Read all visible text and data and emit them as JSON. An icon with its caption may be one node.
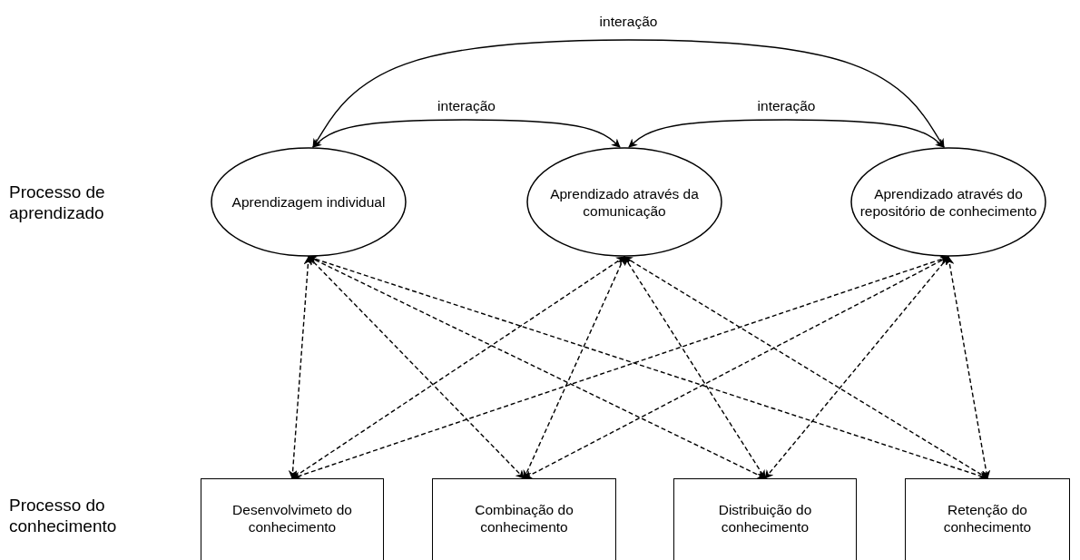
{
  "diagram": {
    "nodes": [
      {
        "text": [
          "Aprendizagem individual"
        ]
      },
      {
        "text": [
          "Aprendizado através da comunicação"
        ]
      },
      {
        "text": [
          "Aprendizado através do repositório de conhecimento"
        ]
      },
      {
        "text": [
          "Desenvolvimeto do conhecimento"
        ]
      },
      {
        "text": [
          "Combinação do conhecimento"
        ]
      },
      {
        "text": [
          "Distribuição do conhecimento"
        ]
      },
      {
        "text": [
          "Retenção do conhecimento"
        ]
      }
    ],
    "edges": [
      {
        "from": 0,
        "to": 1,
        "arrow": "both",
        "label": "interação"
      },
      {
        "from": 1,
        "to": 2,
        "arrow": "both",
        "label": "interação"
      },
      {
        "from": 0,
        "to": 2,
        "arrow": "both",
        "label": "interação"
      },
      {
        "from": 0,
        "to": 3,
        "arrow": "both",
        "style": "dashed"
      },
      {
        "from": 0,
        "to": 4,
        "arrow": "both",
        "style": "dashed"
      },
      {
        "from": 0,
        "to": 5,
        "arrow": "both",
        "style": "dashed"
      },
      {
        "from": 0,
        "to": 6,
        "arrow": "both",
        "style": "dashed"
      },
      {
        "from": 1,
        "to": 3,
        "arrow": "both",
        "style": "dashed"
      },
      {
        "from": 1,
        "to": 4,
        "arrow": "both",
        "style": "dashed"
      },
      {
        "from": 1,
        "to": 5,
        "arrow": "both",
        "style": "dashed"
      },
      {
        "from": 1,
        "to": 6,
        "arrow": "both",
        "style": "dashed"
      },
      {
        "from": 2,
        "to": 3,
        "arrow": "both",
        "style": "dashed"
      },
      {
        "from": 2,
        "to": 4,
        "arrow": "both",
        "style": "dashed"
      },
      {
        "from": 2,
        "to": 5,
        "arrow": "both",
        "style": "dashed"
      },
      {
        "from": 2,
        "to": 6,
        "arrow": "both",
        "style": "dashed"
      }
    ],
    "labels": [
      "Processo de aprendizado",
      "Processo do conhecimento"
    ]
  }
}
